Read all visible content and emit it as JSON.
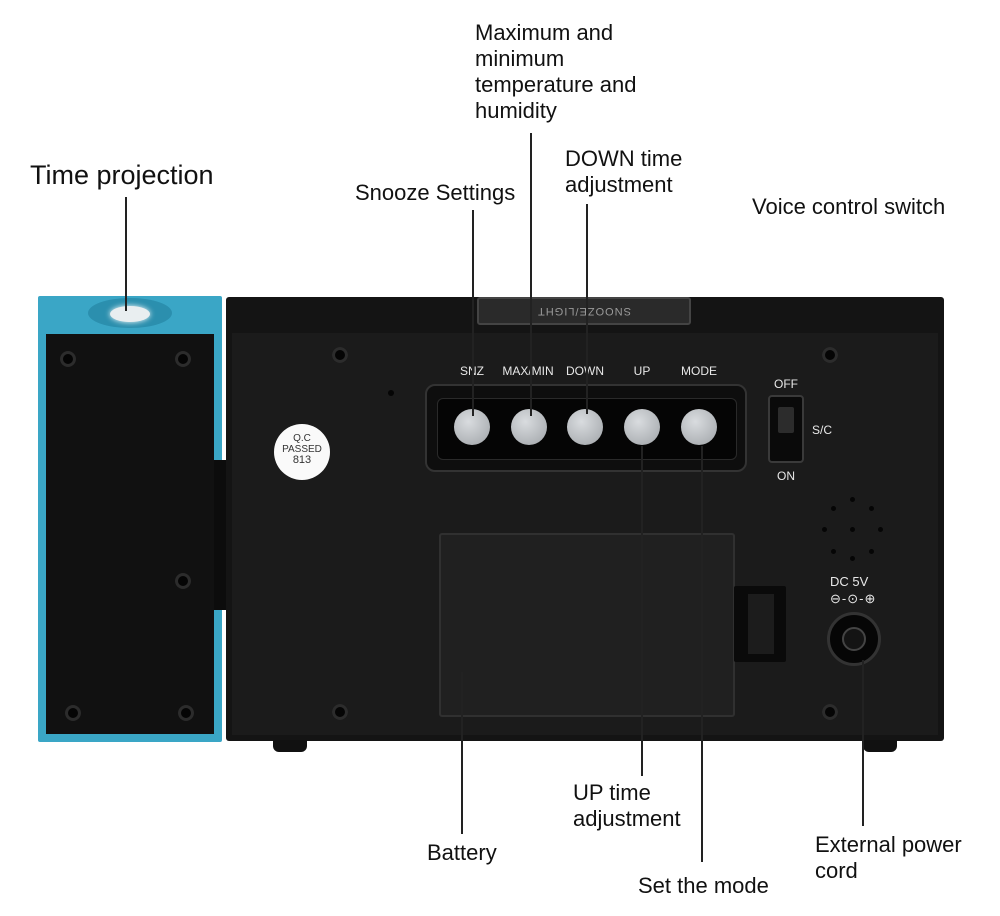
{
  "annotations": {
    "time_projection": "Time projection",
    "snooze_settings": "Snooze Settings",
    "max_min_line1": "Maximum and",
    "max_min_line2": "minimum",
    "max_min_line3": "temperature and",
    "max_min_line4": "humidity",
    "down_line1": "DOWN time",
    "down_line2": "adjustment",
    "voice_control": "Voice control switch",
    "battery": "Battery",
    "up_line1": "UP time",
    "up_line2": "adjustment",
    "set_mode": "Set the mode",
    "power_line1": "External power",
    "power_line2": "cord"
  },
  "device": {
    "snooze_bar_text": "SNOOZE/LIGHT",
    "buttons": [
      "SNZ",
      "MAX/MIN",
      "DOWN",
      "UP",
      "MODE"
    ],
    "switch_off": "OFF",
    "switch_on": "ON",
    "switch_name": "S/C",
    "sticker_line1": "Q.C",
    "sticker_line2": "PASSED",
    "sticker_line3": "813",
    "dc_label": "DC 5V",
    "dc_symbol": "⊖-⊙-⊕"
  },
  "colors": {
    "projector_housing": "#3aa6c6",
    "body": "#141414",
    "button": "#b8bcc0"
  }
}
